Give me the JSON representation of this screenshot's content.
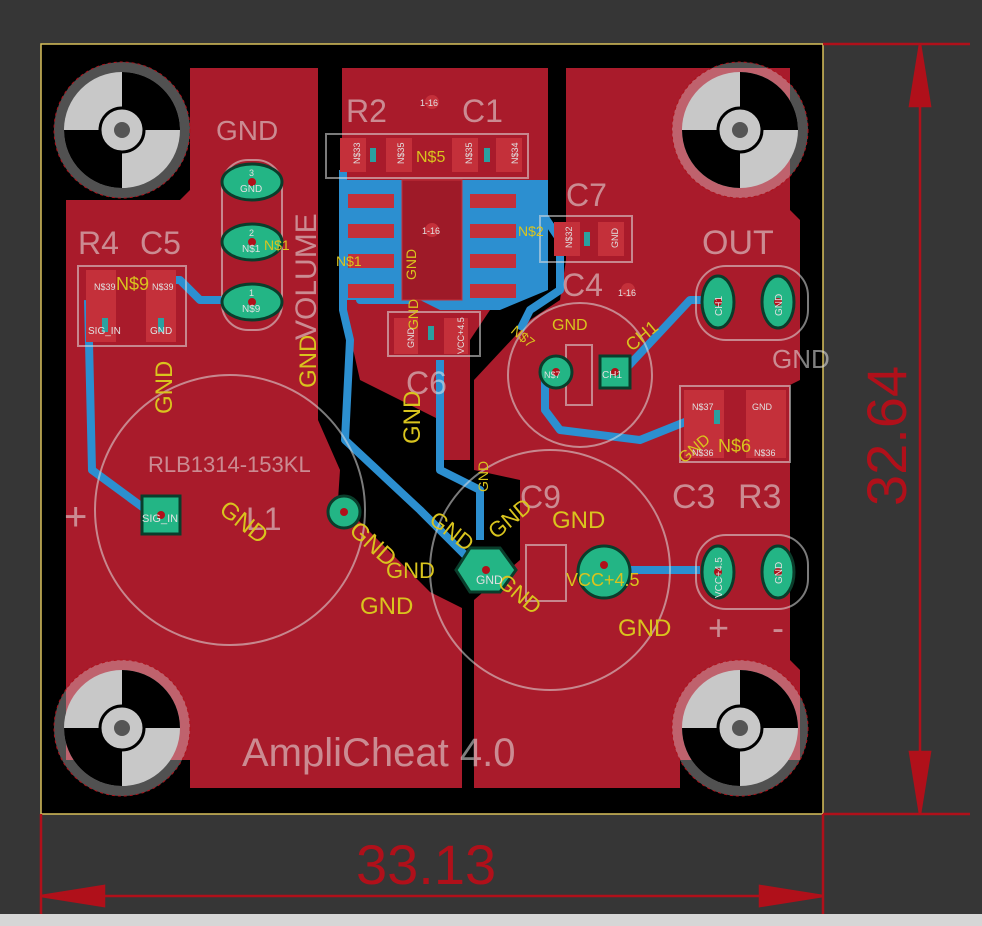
{
  "board": {
    "title": "AmpliCheat 4.0",
    "width_label": "33.13",
    "height_label": "32.64",
    "plus": "+",
    "minus": "-",
    "plus_small": "+"
  },
  "components": {
    "r2": "R2",
    "c1": "C1",
    "c7": "C7",
    "r4": "R4",
    "c5": "C5",
    "out": "OUT",
    "c4": "C4",
    "c6": "C6",
    "c9": "C9",
    "c3": "C3",
    "r3": "R3",
    "l1": "L1",
    "volume": "VOLUME",
    "rlb": "RLB1314-153KL"
  },
  "nets": {
    "gnd": "GND",
    "ns5": "N$5",
    "ns2": "N$2",
    "ns1": "N$1",
    "ns9": "N$9",
    "ns7": "N$7",
    "ns6": "N$6",
    "ch1": "CH1",
    "vcc": "VCC+4.5",
    "sig_in": "SIG_IN",
    "ns33": "N$33",
    "ns35": "N$35",
    "ns34": "N$34",
    "ns32": "N$32",
    "ns39": "N$39",
    "ns37": "N$37",
    "ns36": "N$36",
    "ic": "1-16",
    "pin1": "1",
    "pin2": "2",
    "pin3": "3"
  }
}
